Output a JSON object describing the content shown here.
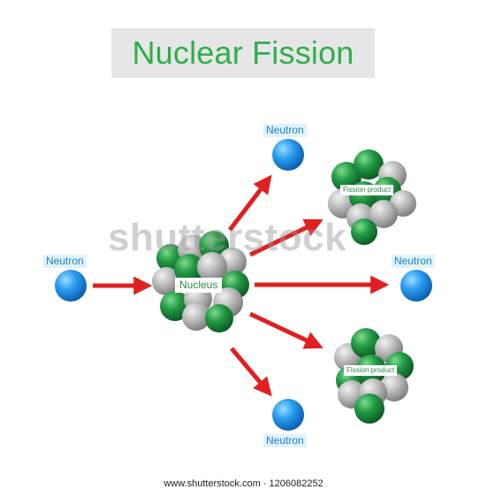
{
  "title": "Nuclear Fission",
  "labels": {
    "neutron_incoming": "Neutron",
    "neutron_top": "Neutron",
    "neutron_right": "Neutron",
    "neutron_bottom": "Neutron",
    "nucleus": "Nucleus",
    "fission_product_top": "Fission product",
    "fission_product_bottom": "Fission product"
  },
  "watermark": "shutterstock",
  "footer": "www.shutterstock.com · 1206082252",
  "colors": {
    "title": "#2fae4b",
    "title_bg": "#e6e6e6",
    "neutron": "#1e90e8",
    "proton_green": "#1e8a3a",
    "particle_gray": "#a8a8a8",
    "arrow": "#e02020",
    "label_bg": "#dff3ff",
    "label_text": "#1e7fc0"
  }
}
